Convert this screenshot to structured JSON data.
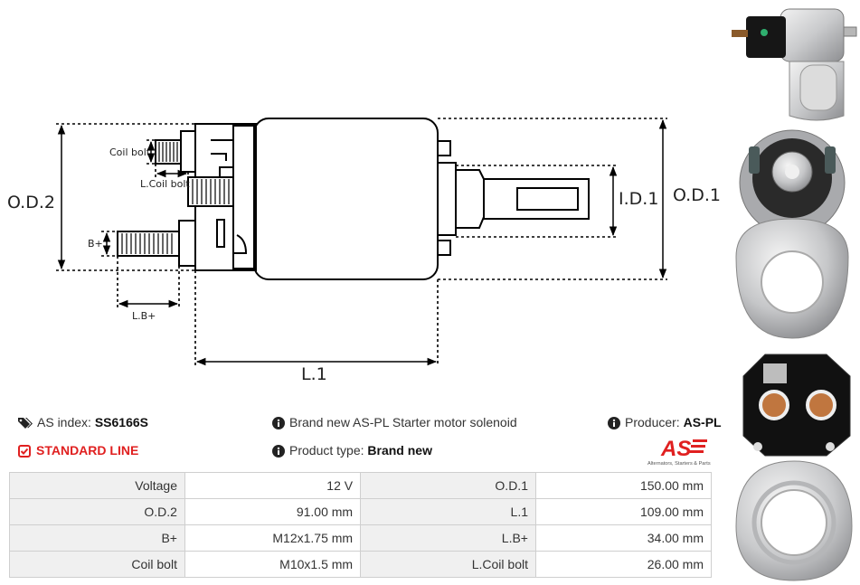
{
  "diagram": {
    "labels": {
      "od2": "O.D.2",
      "od1": "O.D.1",
      "id1": "I.D.1",
      "l1": "L.1",
      "coil_bolt": "Coil bolt",
      "l_coil_bolt": "L.Coil bolt",
      "b_plus": "B+",
      "l_b_plus": "L.B+"
    }
  },
  "info": {
    "as_index_label": "AS index:",
    "as_index_value": "SS6166S",
    "description": "Brand new AS-PL Starter motor solenoid",
    "producer_label": "Producer:",
    "producer_value": "AS-PL",
    "line_badge": "STANDARD LINE",
    "product_type_label": "Product type:",
    "product_type_value": "Brand new"
  },
  "logo": {
    "text": "AS",
    "tagline": "Alternators, Starters & Parts",
    "color": "#e02020"
  },
  "specs": [
    {
      "k1": "Voltage",
      "v1": "12 V",
      "k2": "O.D.1",
      "v2": "150.00 mm"
    },
    {
      "k1": "O.D.2",
      "v1": "91.00 mm",
      "k2": "L.1",
      "v2": "109.00 mm"
    },
    {
      "k1": "B+",
      "v1": "M12x1.75 mm",
      "k2": "L.B+",
      "v2": "34.00 mm"
    },
    {
      "k1": "Coil bolt",
      "v1": "M10x1.5 mm",
      "k2": "L.Coil bolt",
      "v2": "26.00 mm"
    }
  ],
  "icons": [
    "tags-icon",
    "info-circle-icon",
    "check-square-icon"
  ]
}
